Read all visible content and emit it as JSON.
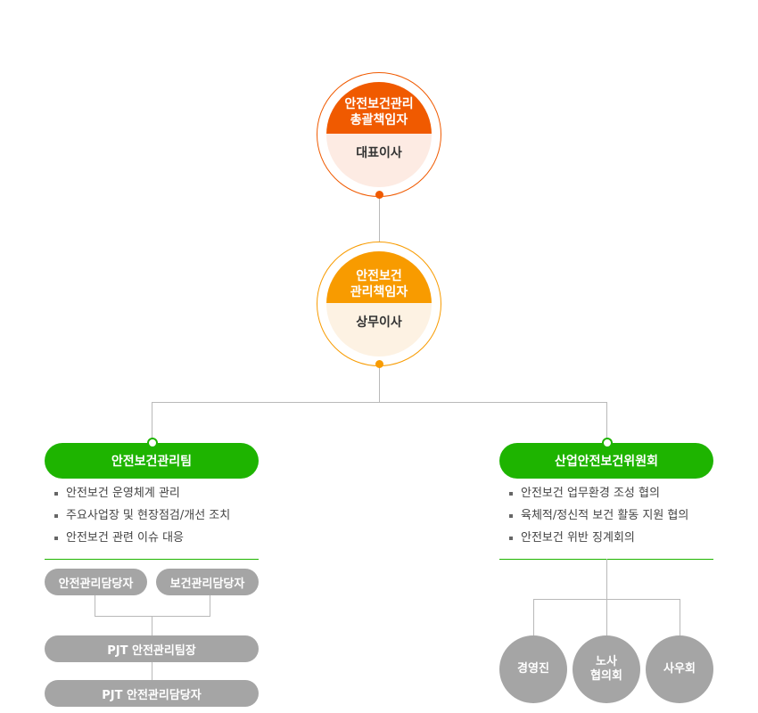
{
  "ceo": {
    "role_line1": "안전보건관리",
    "role_line2": "총괄책임자",
    "title": "대표이사",
    "accent": "#f05a00",
    "light": "#fdebe3"
  },
  "director": {
    "role_line1": "안전보건",
    "role_line2": "관리책임자",
    "title": "상무이사",
    "accent": "#f89b00",
    "light": "#fdf2e3"
  },
  "team": {
    "name": "안전보건관리팀",
    "duties": [
      "안전보건 운영체계 관리",
      "주요사업장 및 현장점검/개선 조치",
      "안전보건 관련 이슈 대응"
    ],
    "staff": [
      "안전관리담당자",
      "보건관리담당자"
    ],
    "chain": [
      "PJT 안전관리팀장",
      "PJT 안전관리담당자"
    ]
  },
  "committee": {
    "name": "산업안전보건위원회",
    "duties": [
      "안전보건 업무환경 조성 협의",
      "육체적/정신적 보건 활동 지원 협의",
      "안전보건 위반 징계회의"
    ],
    "members": [
      {
        "line1": "경영진",
        "line2": ""
      },
      {
        "line1": "노사",
        "line2": "협의회"
      },
      {
        "line1": "사우회",
        "line2": ""
      }
    ]
  },
  "colors": {
    "green": "#1eb400",
    "gray": "#a5a5a5",
    "connector": "#b9b9b9"
  }
}
